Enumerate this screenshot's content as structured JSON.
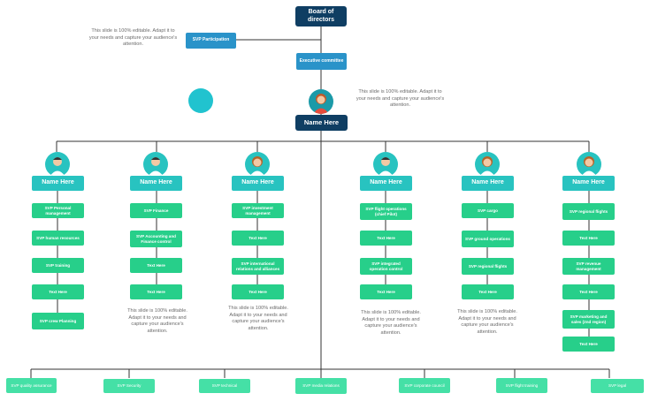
{
  "top": {
    "board": "Board of directors",
    "svp_participation": "SVP Participation",
    "executive_committee": "Executive committee",
    "ceo_name": "Name Here"
  },
  "notes": {
    "top_left": "This slide is 100% editable. Adapt it to your needs and capture your audience's attention.",
    "top_right": "This slide is 100% editable. Adapt it to your needs and capture your audience's attention.",
    "col2": "This slide is 100% editable. Adapt it to your needs and capture your audience's attention.",
    "col3": "This slide is 100% editable. Adapt it to your needs and capture your audience's attention.",
    "col4": "This slide is 100% editable. Adapt it to your needs and capture your audience's attention.",
    "col5": "This slide is 100% editable. Adapt it to your needs and capture your audience's attention."
  },
  "columns": [
    {
      "name": "Name Here",
      "items": [
        "SVP Personal management",
        "SVP human resources",
        "SVP training",
        "Text Here",
        "SVP crew Planning"
      ]
    },
    {
      "name": "Name Here",
      "items": [
        "SVP Finance",
        "SVP Accounting and Finance control",
        "Text Here",
        "Text Here"
      ]
    },
    {
      "name": "Name Here",
      "items": [
        "SVP investment management",
        "Text Here",
        "SVP international relations and alliances",
        "Text Here"
      ]
    },
    {
      "name": "Name Here",
      "items": [
        "SVP flight operations (chief Pilot)",
        "Text Here",
        "SVP integrated operation control",
        "Text Here"
      ]
    },
    {
      "name": "Name Here",
      "items": [
        "SVP cargo",
        "SVP ground operations",
        "SVP regional flights",
        "Text Here"
      ]
    },
    {
      "name": "Name Here",
      "items": [
        "SVP regional flights",
        "Text Here",
        "SVP revenue management",
        "Text Here",
        "SVP marketing and sales (2nd region)",
        "Text Here"
      ]
    }
  ],
  "bottom": [
    "SVP quality assurance",
    "SVP Security",
    "SVP technical",
    "SVP media relations",
    "SVP corporate council",
    "SVP flight training",
    "SVP legal"
  ],
  "colors": {
    "dark": "#0f3e63",
    "blue": "#2a93c9",
    "teal": "#28c3c0",
    "green": "#27cf8a",
    "light_green": "#45e0a6",
    "line": "#333333"
  }
}
